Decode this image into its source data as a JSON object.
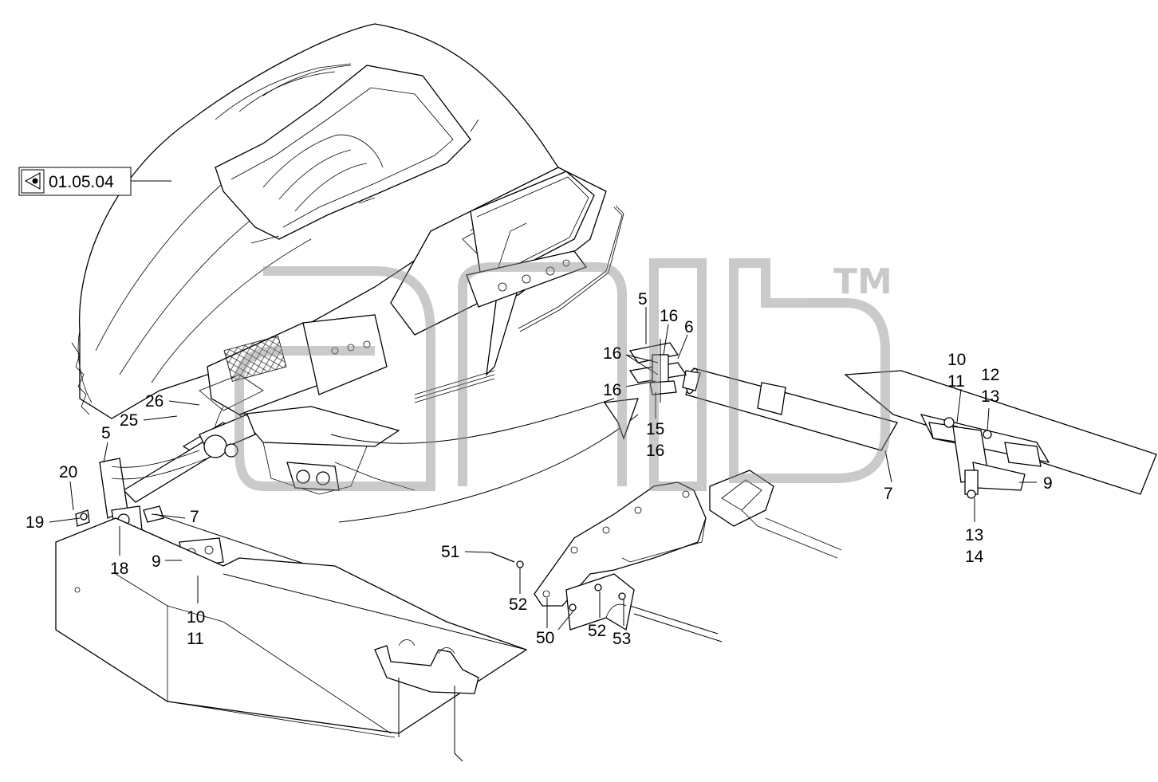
{
  "reference": {
    "label": "01.05.04"
  },
  "watermark": {
    "trademark": "TM"
  },
  "callouts": [
    {
      "id": "c5a",
      "text": "5"
    },
    {
      "id": "c16a",
      "text": "16"
    },
    {
      "id": "c6",
      "text": "6"
    },
    {
      "id": "c16b",
      "text": "16"
    },
    {
      "id": "c16c",
      "text": "16"
    },
    {
      "id": "c15",
      "text": "15"
    },
    {
      "id": "c16d",
      "text": "16"
    },
    {
      "id": "c10a",
      "text": "10"
    },
    {
      "id": "c11a",
      "text": "11"
    },
    {
      "id": "c12",
      "text": "12"
    },
    {
      "id": "c13a",
      "text": "13"
    },
    {
      "id": "c7a",
      "text": "7"
    },
    {
      "id": "c9a",
      "text": "9"
    },
    {
      "id": "c13b",
      "text": "13"
    },
    {
      "id": "c14",
      "text": "14"
    },
    {
      "id": "c26",
      "text": "26"
    },
    {
      "id": "c25",
      "text": "25"
    },
    {
      "id": "c5b",
      "text": "5"
    },
    {
      "id": "c20",
      "text": "20"
    },
    {
      "id": "c19",
      "text": "19"
    },
    {
      "id": "c18",
      "text": "18"
    },
    {
      "id": "c7b",
      "text": "7"
    },
    {
      "id": "c9b",
      "text": "9"
    },
    {
      "id": "c10b",
      "text": "10"
    },
    {
      "id": "c11b",
      "text": "11"
    },
    {
      "id": "c51",
      "text": "51"
    },
    {
      "id": "c52a",
      "text": "52"
    },
    {
      "id": "c50",
      "text": "50"
    },
    {
      "id": "c52b",
      "text": "52"
    },
    {
      "id": "c53",
      "text": "53"
    }
  ]
}
